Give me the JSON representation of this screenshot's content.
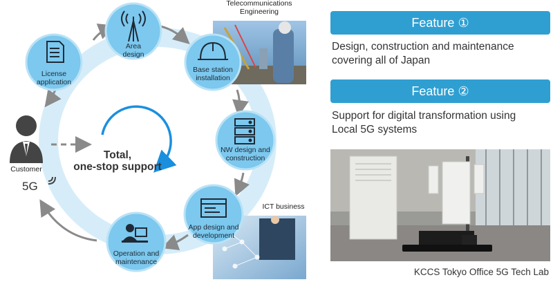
{
  "diagram": {
    "telecom_label_line1": "Telecommunications",
    "telecom_label_line2": "Engineering",
    "ict_label": "ICT business",
    "nodes": {
      "license": [
        "License",
        "application"
      ],
      "area": [
        "Area",
        "design"
      ],
      "base": [
        "Base station",
        "installation"
      ],
      "nw": [
        "NW design and",
        "construction"
      ],
      "app": [
        "App design and",
        "development"
      ],
      "operation": [
        "Operation and",
        "maintenance"
      ]
    },
    "center_line1": "Total,",
    "center_line2": "one-stop support",
    "customer_label": "Customer",
    "badge_5g": "5G"
  },
  "features": [
    {
      "title": "Feature ①",
      "text_line1": "Design, construction and maintenance",
      "text_line2": "covering all of Japan"
    },
    {
      "title": "Feature ②",
      "text_line1": "Support for digital transformation using",
      "text_line2": "Local 5G systems"
    }
  ],
  "lab_caption": "KCCS Tokyo Office 5G Tech Lab",
  "colors": {
    "node": "#7cc8ee",
    "ring": "#cde9f8",
    "accent": "#2f9fd2",
    "arrow": "#8a8a8a",
    "loop": "#1a8fe0"
  }
}
